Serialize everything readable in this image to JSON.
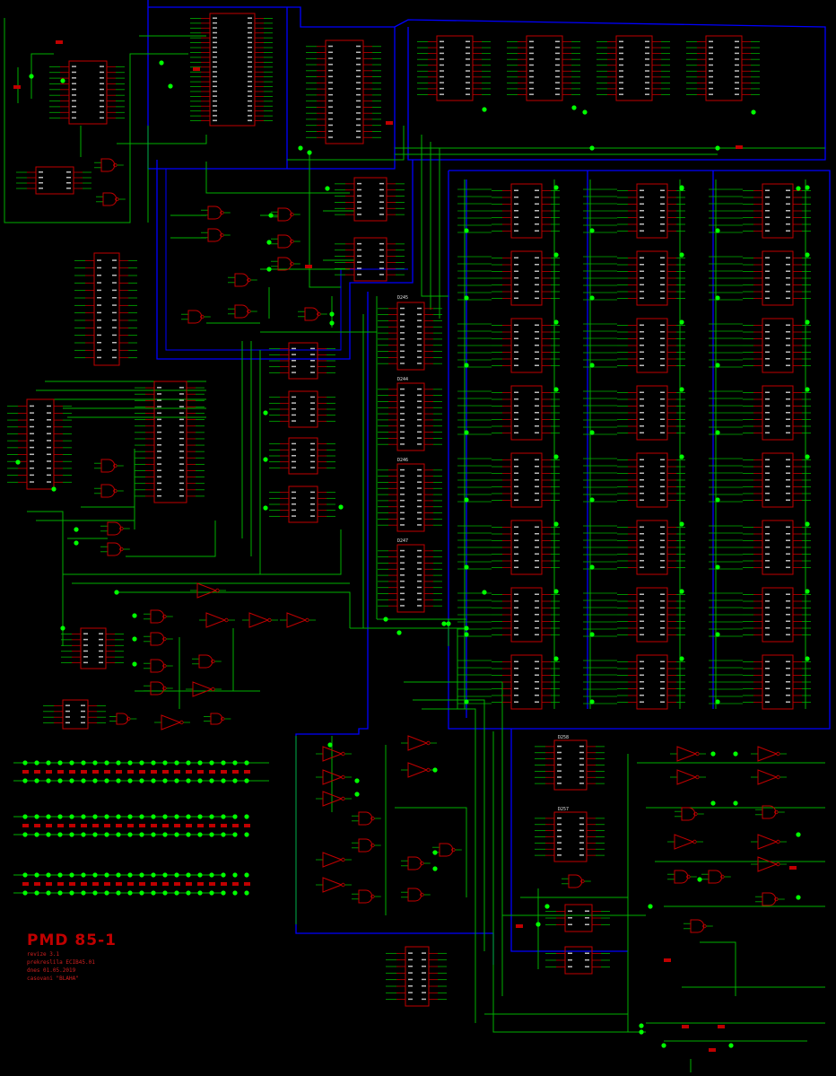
{
  "title": "PMD 85-1",
  "meta": {
    "revision": "revize 3.1",
    "redrawn": "prekreslila ECIB45.01",
    "date": "dnes 01.05.2019",
    "timing": "casovani \"BLAHA\""
  },
  "ic_labels": {
    "d245": "D245",
    "d244": "D244",
    "d246": "D246",
    "d247": "D247",
    "d258": "D258",
    "d257": "D257"
  },
  "colors": {
    "background": "#000000",
    "wire": "#00b000",
    "bus": "#0000ff",
    "component": "#c00000",
    "junction": "#00ff00",
    "text": "#e0e0e0"
  }
}
